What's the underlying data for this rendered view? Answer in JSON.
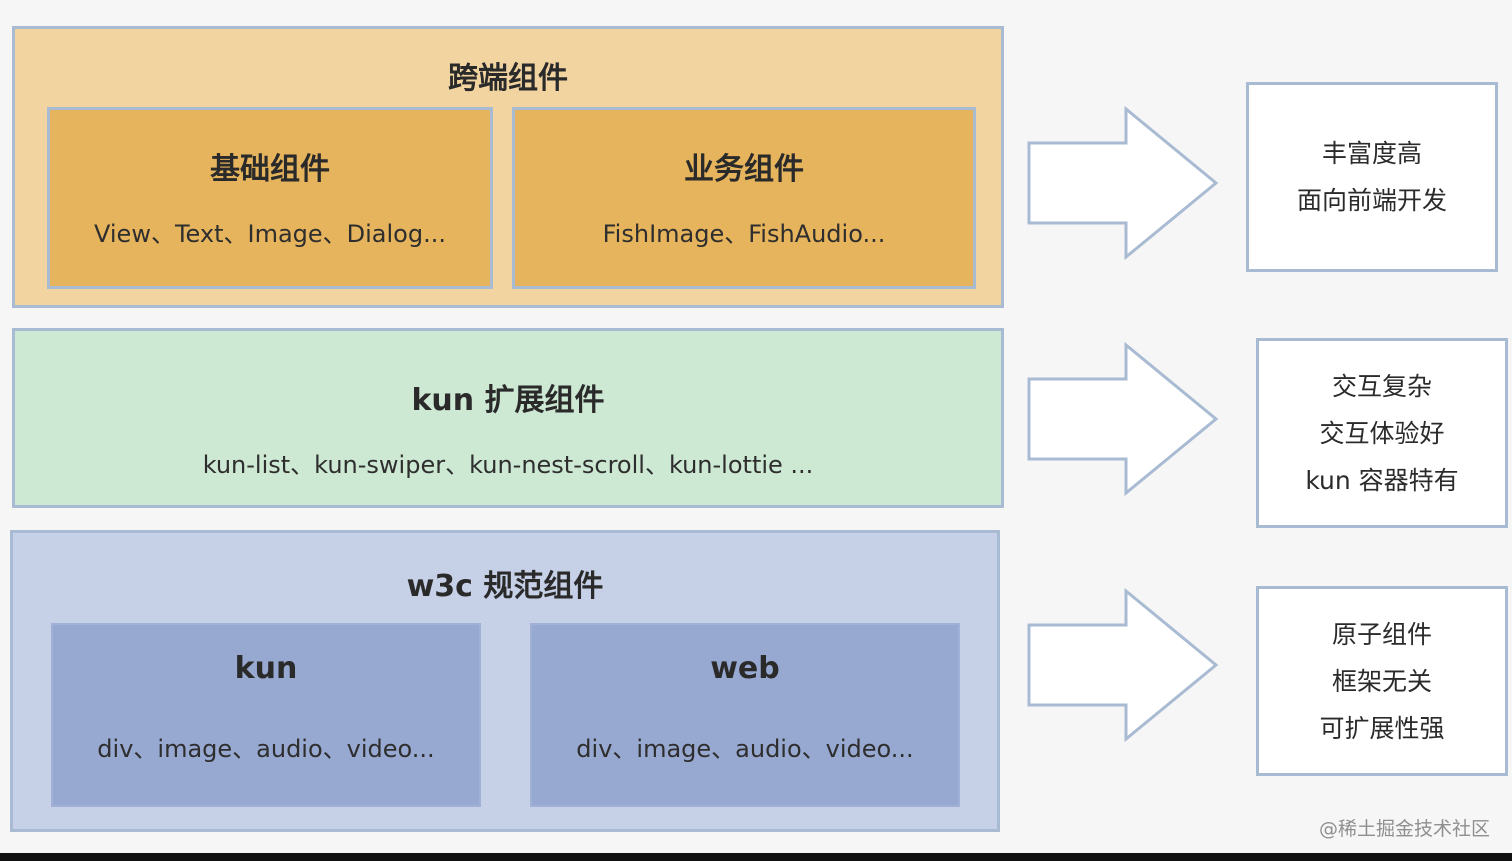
{
  "cross_platform": {
    "title": "跨端组件",
    "basic": {
      "title": "基础组件",
      "items": "View、Text、Image、Dialog..."
    },
    "business": {
      "title": "业务组件",
      "items": "FishImage、FishAudio..."
    },
    "note": [
      "丰富度高",
      "面向前端开发"
    ]
  },
  "kun_extension": {
    "title": "kun 扩展组件",
    "items": "kun-list、kun-swiper、kun-nest-scroll、kun-lottie ...",
    "note": [
      "交互复杂",
      "交互体验好",
      "kun 容器特有"
    ]
  },
  "w3c": {
    "title": "w3c 规范组件",
    "kun": {
      "title": "kun",
      "items": "div、image、audio、video..."
    },
    "web": {
      "title": "web",
      "items": "div、image、audio、video..."
    },
    "note": [
      "原子组件",
      "框架无关",
      "可扩展性强"
    ]
  },
  "watermark": "@稀土掘金技术社区",
  "colors": {
    "cross_panel": "#f2d4a1",
    "cross_box": "#e6b45c",
    "kun_panel": "#cde8d3",
    "w3c_panel": "#c6d0e6",
    "w3c_box": "#97a8d1",
    "border": "#a9bbd3"
  }
}
